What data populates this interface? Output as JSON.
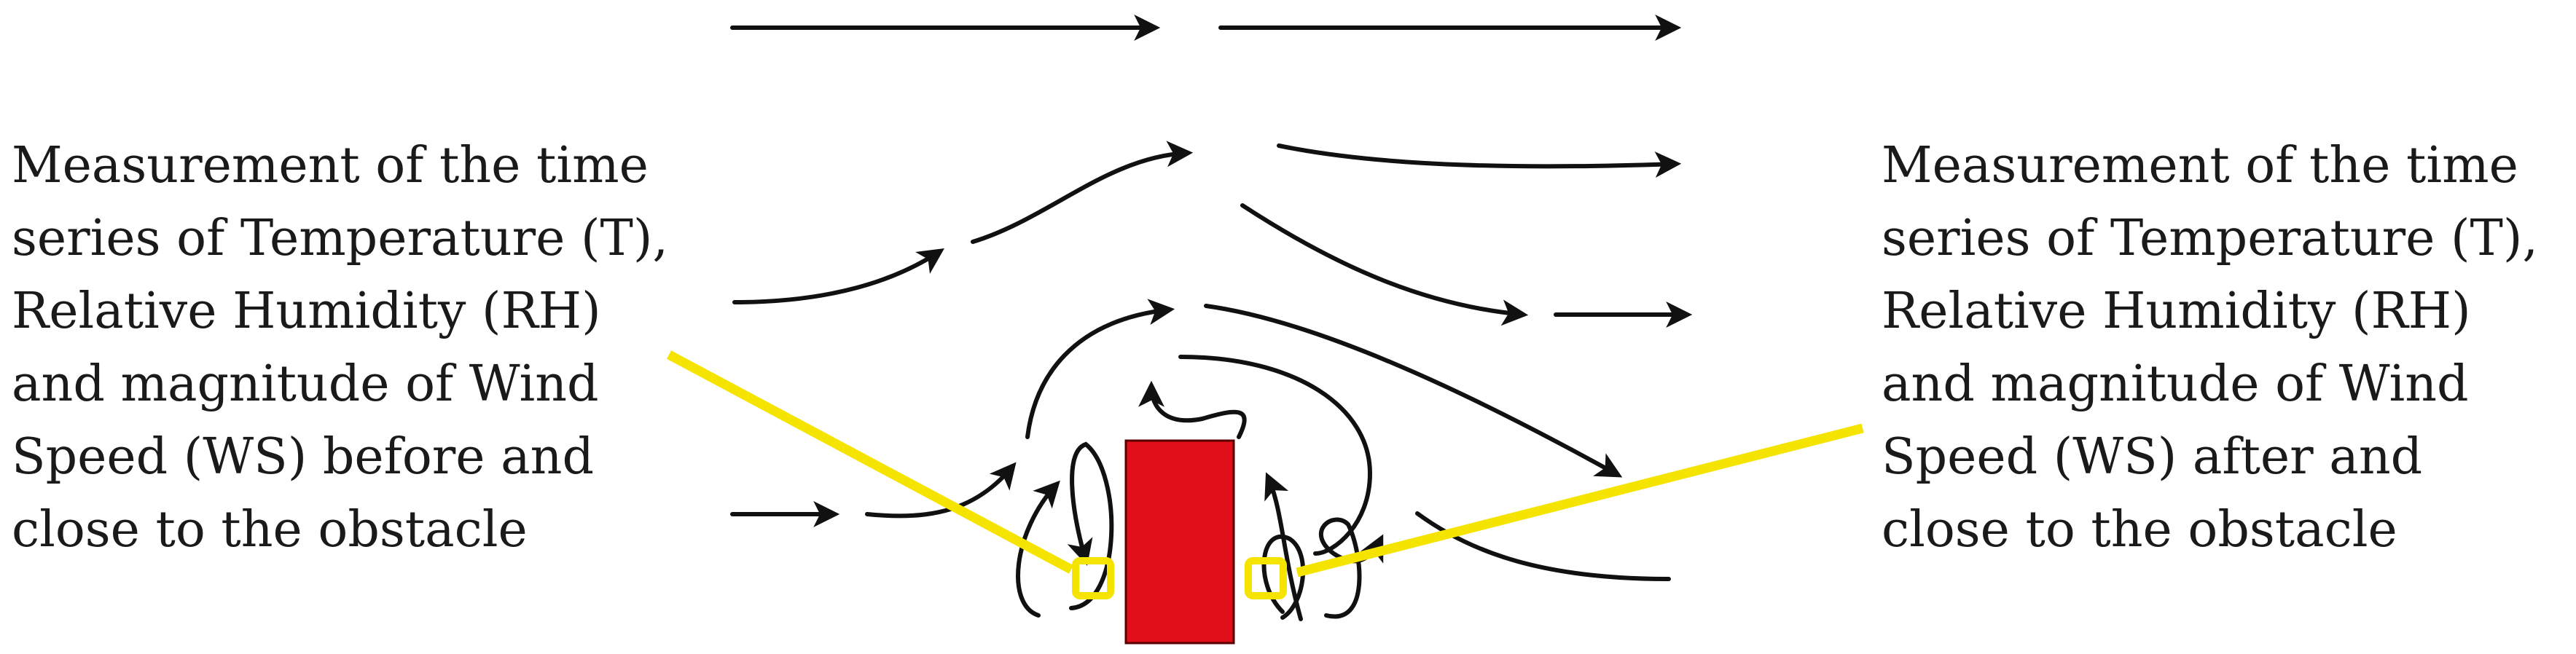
{
  "annotations": {
    "before": {
      "lines": [
        "Measurement of the time",
        "series of Temperature (T),",
        "Relative Humidity (RH)",
        "and magnitude of Wind",
        "Speed (WS) before and",
        "close to the obstacle"
      ]
    },
    "after": {
      "lines": [
        "Measurement of the time",
        "series of Temperature (T),",
        "Relative Humidity (RH)",
        "and magnitude of Wind",
        "Speed (WS) after and",
        "close to the obstacle"
      ]
    }
  },
  "colors": {
    "obstacle": "#e0101a",
    "pointer": "#f5e400",
    "streamline": "#111111",
    "text": "#1a1a1a"
  }
}
